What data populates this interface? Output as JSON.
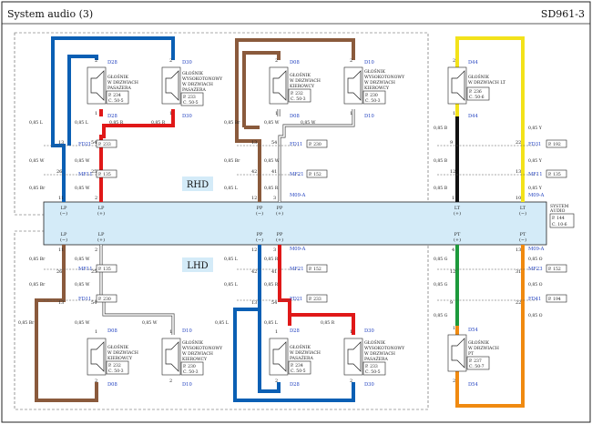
{
  "header": {
    "title": "System audio (3)",
    "code": "SD961-3"
  },
  "sections": {
    "rhd": "RHD",
    "lhd": "LHD"
  },
  "system_box": {
    "line1": "SYSTEM",
    "line2": "AUDIO",
    "ref_page": "P. 144",
    "ref_conn": "C. 10-6"
  },
  "speakers": {
    "pass_rhd": {
      "code": "D28",
      "lines": [
        "GŁOŚNIK",
        "W DRZWIACH",
        "PASAŻERA"
      ],
      "ref": [
        "P. 234",
        "C. 50-5"
      ]
    },
    "pass_tw_rhd": {
      "code": "D30",
      "lines": [
        "GŁOŚNIK",
        "WYSOKOTONOWY",
        "W DRZWIACH",
        "PASAŻERA"
      ],
      "ref": [
        "P. 233",
        "C. 50-5"
      ]
    },
    "drv_rhd": {
      "code": "D08",
      "lines": [
        "GŁOŚNIK",
        "W DRZWIACH",
        "KIEROWCY"
      ],
      "ref": [
        "P. 232",
        "C. 50-3"
      ]
    },
    "drv_tw_rhd": {
      "code": "D10",
      "lines": [
        "GŁOŚNIK",
        "WYSOKOTONOWY",
        "W DRZWIACH",
        "KIEROWCY"
      ],
      "ref": [
        "P. 230",
        "C. 50-3"
      ]
    },
    "lt": {
      "code": "D44",
      "lines": [
        "GŁOŚNIK",
        "W DRZWIACH LT"
      ],
      "ref": [
        "P. 236",
        "C. 50-6"
      ]
    },
    "drv_lhd": {
      "code": "D08",
      "lines": [
        "GŁOŚNIK",
        "W DRZWIACH",
        "KIEROWCY"
      ],
      "ref": [
        "P. 232",
        "C. 50-3"
      ]
    },
    "drv_tw_lhd": {
      "code": "D10",
      "lines": [
        "GŁOŚNIK",
        "WYSOKOTONOWY",
        "W DRZWIACH",
        "KIEROWCY"
      ],
      "ref": [
        "P. 230",
        "C. 50-3"
      ]
    },
    "pass_lhd": {
      "code": "D28",
      "lines": [
        "GŁOŚNIK",
        "W DRZWIACH",
        "PASAŻERA"
      ],
      "ref": [
        "P. 234",
        "C. 50-5"
      ]
    },
    "pass_tw_lhd": {
      "code": "D30",
      "lines": [
        "GŁOŚNIK",
        "WYSOKOTONOWY",
        "W DRZWIACH",
        "PASAŻERA"
      ],
      "ref": [
        "P. 233",
        "C. 50-5"
      ]
    },
    "pt": {
      "code": "D54",
      "lines": [
        "GŁOŚNIK",
        "W DRZWIACH",
        "PT"
      ],
      "ref": [
        "P. 237",
        "C. 50-7"
      ]
    }
  },
  "connectors": {
    "fd21_top": {
      "code": "FD21",
      "ref": "P. 233"
    },
    "mf11_top": {
      "code": "MF11",
      "ref": "P. 135"
    },
    "fd11_top": {
      "code": "FD11",
      "ref": "P. 230"
    },
    "mf21_top": {
      "code": "MF21",
      "ref": "P. 152"
    },
    "m09a_top": {
      "code": "M09-A"
    },
    "fd31": {
      "code": "FD31",
      "ref": "P. 192"
    },
    "mf11_lt": {
      "code": "MF11",
      "ref": "P. 135"
    },
    "m09a_lt": {
      "code": "M09-A"
    },
    "m09a_bl": {
      "code": "M09-A"
    },
    "mf11_bot": {
      "code": "MF11",
      "ref": "P. 135"
    },
    "fd11_bot": {
      "code": "FD11",
      "ref": "P. 230"
    },
    "mf21_bot": {
      "code": "MF21",
      "ref": "P. 152"
    },
    "fd21_bot": {
      "code": "FD21",
      "ref": "P. 233"
    },
    "m09a_pt": {
      "code": "M09-A"
    },
    "mf23": {
      "code": "MF23",
      "ref": "P. 152"
    },
    "fd41": {
      "code": "FD41",
      "ref": "P. 194"
    }
  },
  "terminals": {
    "lp_top": {
      "name": "LP",
      "sign": "(−)"
    },
    "lpp_top": {
      "name": "LP",
      "sign": "(+)"
    },
    "pp_top": {
      "name": "PP",
      "sign": "(−)"
    },
    "ppp_top": {
      "name": "PP",
      "sign": "(+)"
    },
    "lt_top": {
      "name": "LT",
      "sign": "(+)"
    },
    "ltm_top": {
      "name": "LT",
      "sign": "(−)"
    },
    "lp_bot": {
      "name": "LP",
      "sign": "(−)"
    },
    "lpp_bot": {
      "name": "LP",
      "sign": "(+)"
    },
    "pp_bot": {
      "name": "PP",
      "sign": "(−)"
    },
    "ppp_bot": {
      "name": "PP",
      "sign": "(+)"
    },
    "pt_bot": {
      "name": "PT",
      "sign": "(+)"
    },
    "ptm_bot": {
      "name": "PT",
      "sign": "(−)"
    }
  },
  "wire_labels": {
    "l": "0,85 L",
    "r": "0,85 R",
    "br": "0,85 Br",
    "w": "0,85 W",
    "y": "0,85 Y",
    "b": "0,85 B",
    "g": "0,85 G",
    "o": "0,85 O"
  },
  "pins": {
    "p1": "1",
    "p2": "2",
    "p3": "3",
    "p4": "4",
    "p9": "9",
    "p10": "10",
    "p11": "11",
    "p12": "12",
    "p13": "13",
    "p17": "17",
    "p22": "22",
    "p25": "25",
    "p26": "26",
    "p31": "31",
    "p41": "41",
    "p42": "42",
    "p53": "53",
    "p54": "54"
  },
  "colors": {
    "blue": "#0a5fb4",
    "red": "#e01818",
    "brown": "#8a5a3c",
    "yellow": "#f3e21a",
    "black": "#111111",
    "green": "#1d9a3c",
    "orange": "#f08a10",
    "panel": "#d4ebf8",
    "text_blue": "#1f3fbf"
  }
}
